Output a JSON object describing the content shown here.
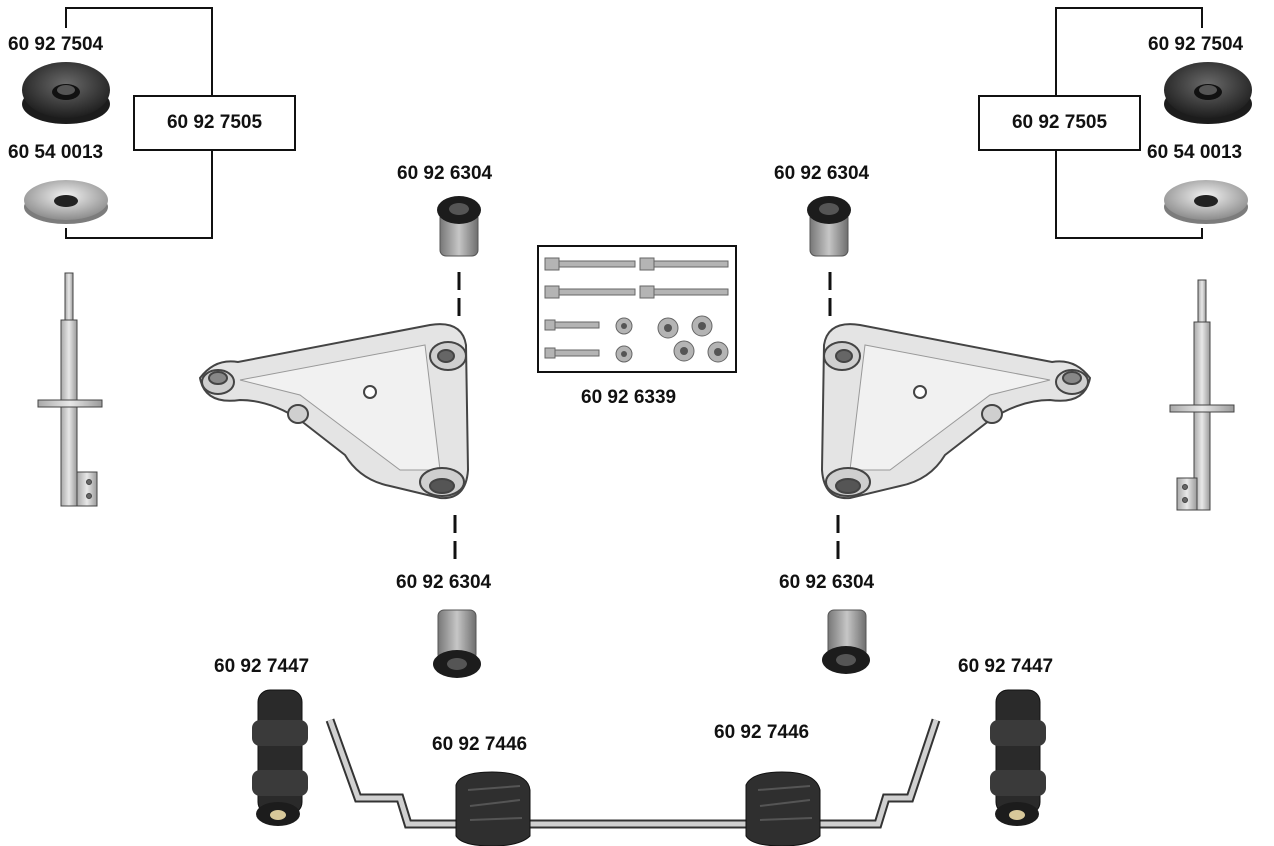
{
  "parts": {
    "top_mount_left": "60 92 7504",
    "bearing_left": "60 54 0013",
    "mount_kit_left": "60 92 7505",
    "top_mount_right": "60 92 7504",
    "bearing_right": "60 54 0013",
    "mount_kit_right": "60 92 7505",
    "bushing_upper_left": "60 92 6304",
    "bushing_upper_right": "60 92 6304",
    "bushing_lower_left": "60 92 6304",
    "bushing_lower_right": "60 92 6304",
    "bolt_kit": "60 92 6339",
    "stab_link_left": "60 92 7447",
    "stab_link_right": "60 92 7447",
    "stab_bush_left": "60 92 7446",
    "stab_bush_right": "60 92 7446"
  },
  "colors": {
    "line": "#111111",
    "rubber": "#3a3a3a",
    "metal": "#c8c8c8",
    "arm": "#e6e6e6"
  }
}
